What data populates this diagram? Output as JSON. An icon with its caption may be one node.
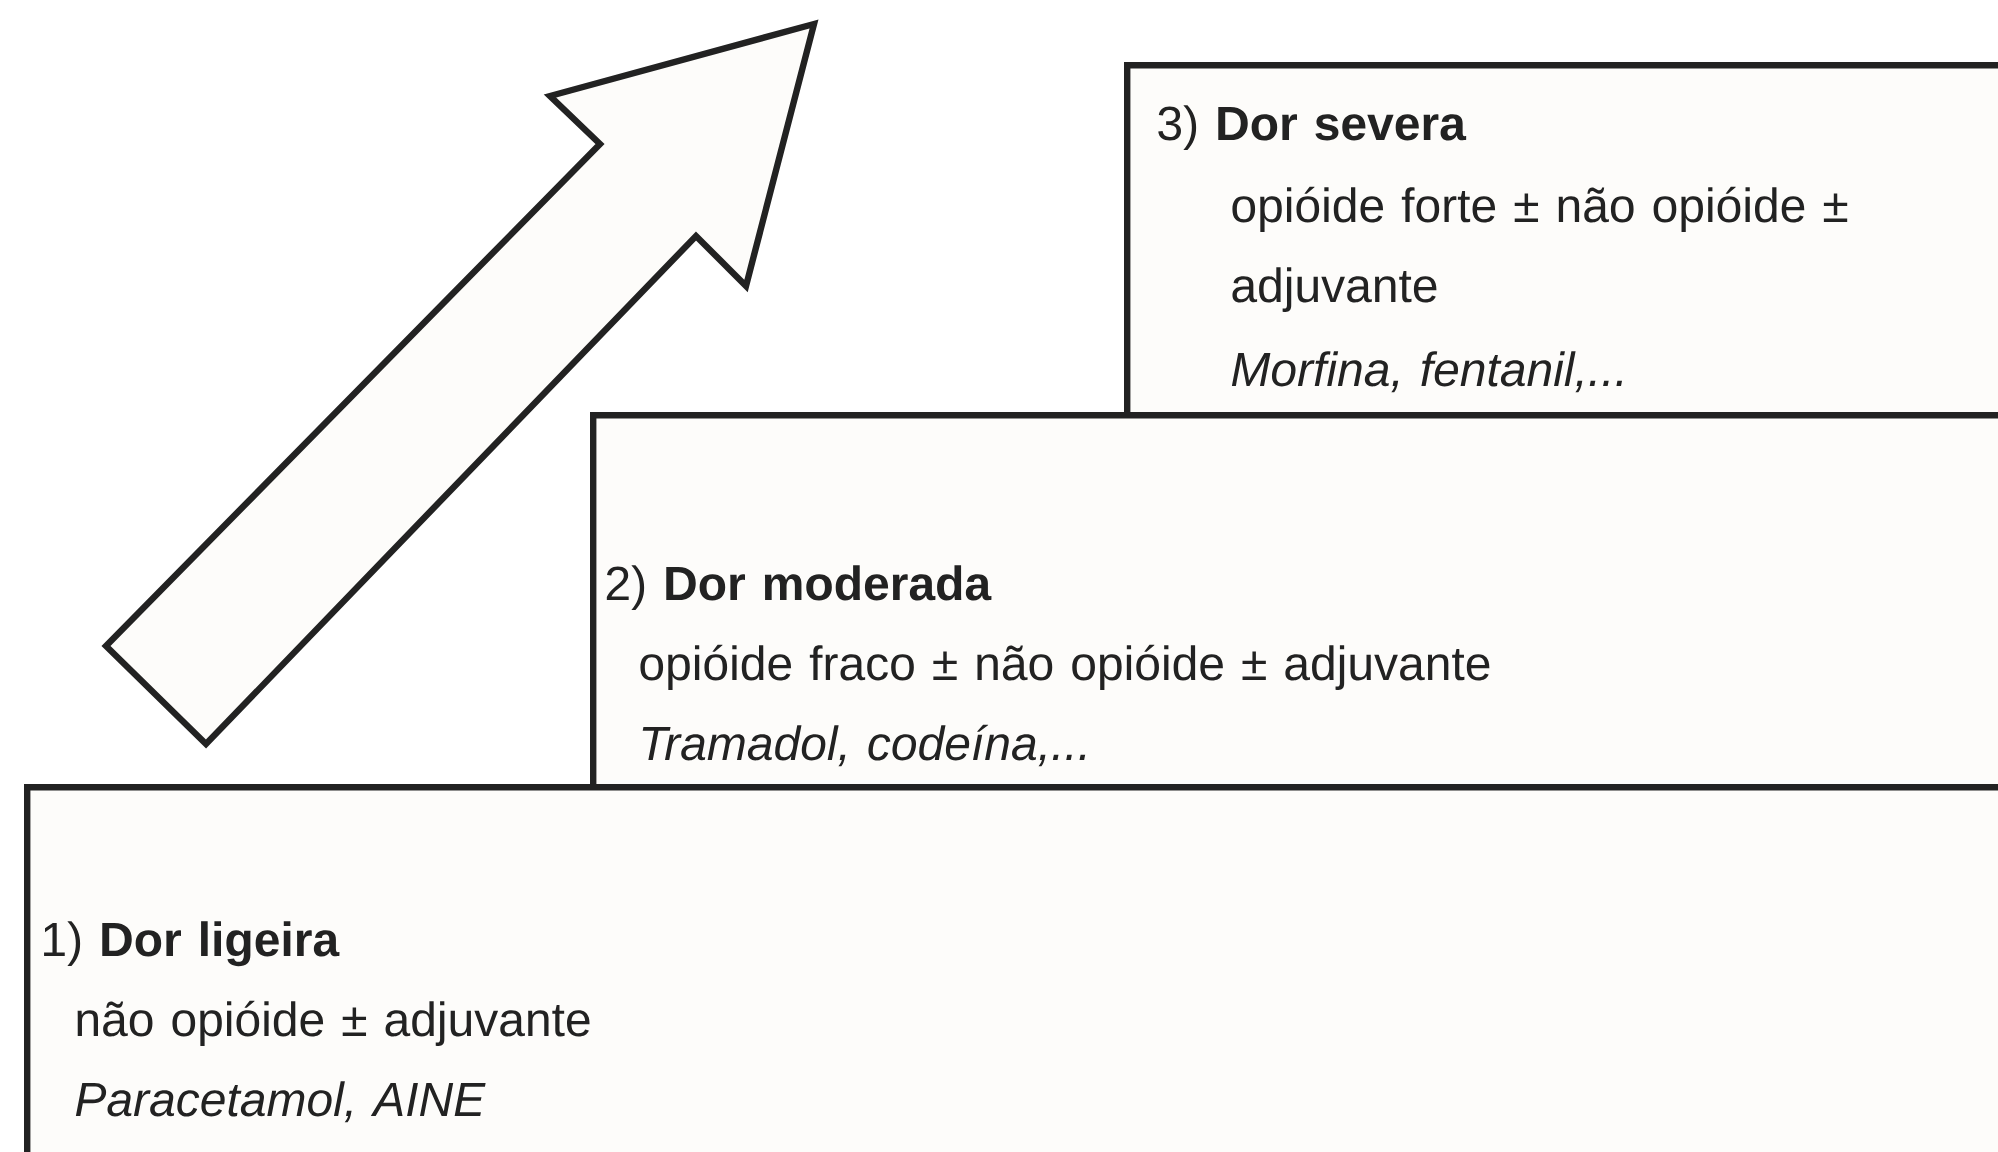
{
  "diagram": {
    "nodes": [
      {
        "text": [
          "3) **Dor severa**",
          "opióide forte ± não opióide ± adjuvante",
          "Morfina, fentanil,..."
        ]
      },
      {
        "text": [
          "2) **Dor moderada**",
          "opióide fraco ± não opióide ± adjuvante",
          "Tramadol, codeína,..."
        ]
      },
      {
        "text": [
          "1) **Dor ligeira**",
          "não opióide ± adjuvante",
          "Paracetamol, AINE"
        ]
      }
    ]
  }
}
